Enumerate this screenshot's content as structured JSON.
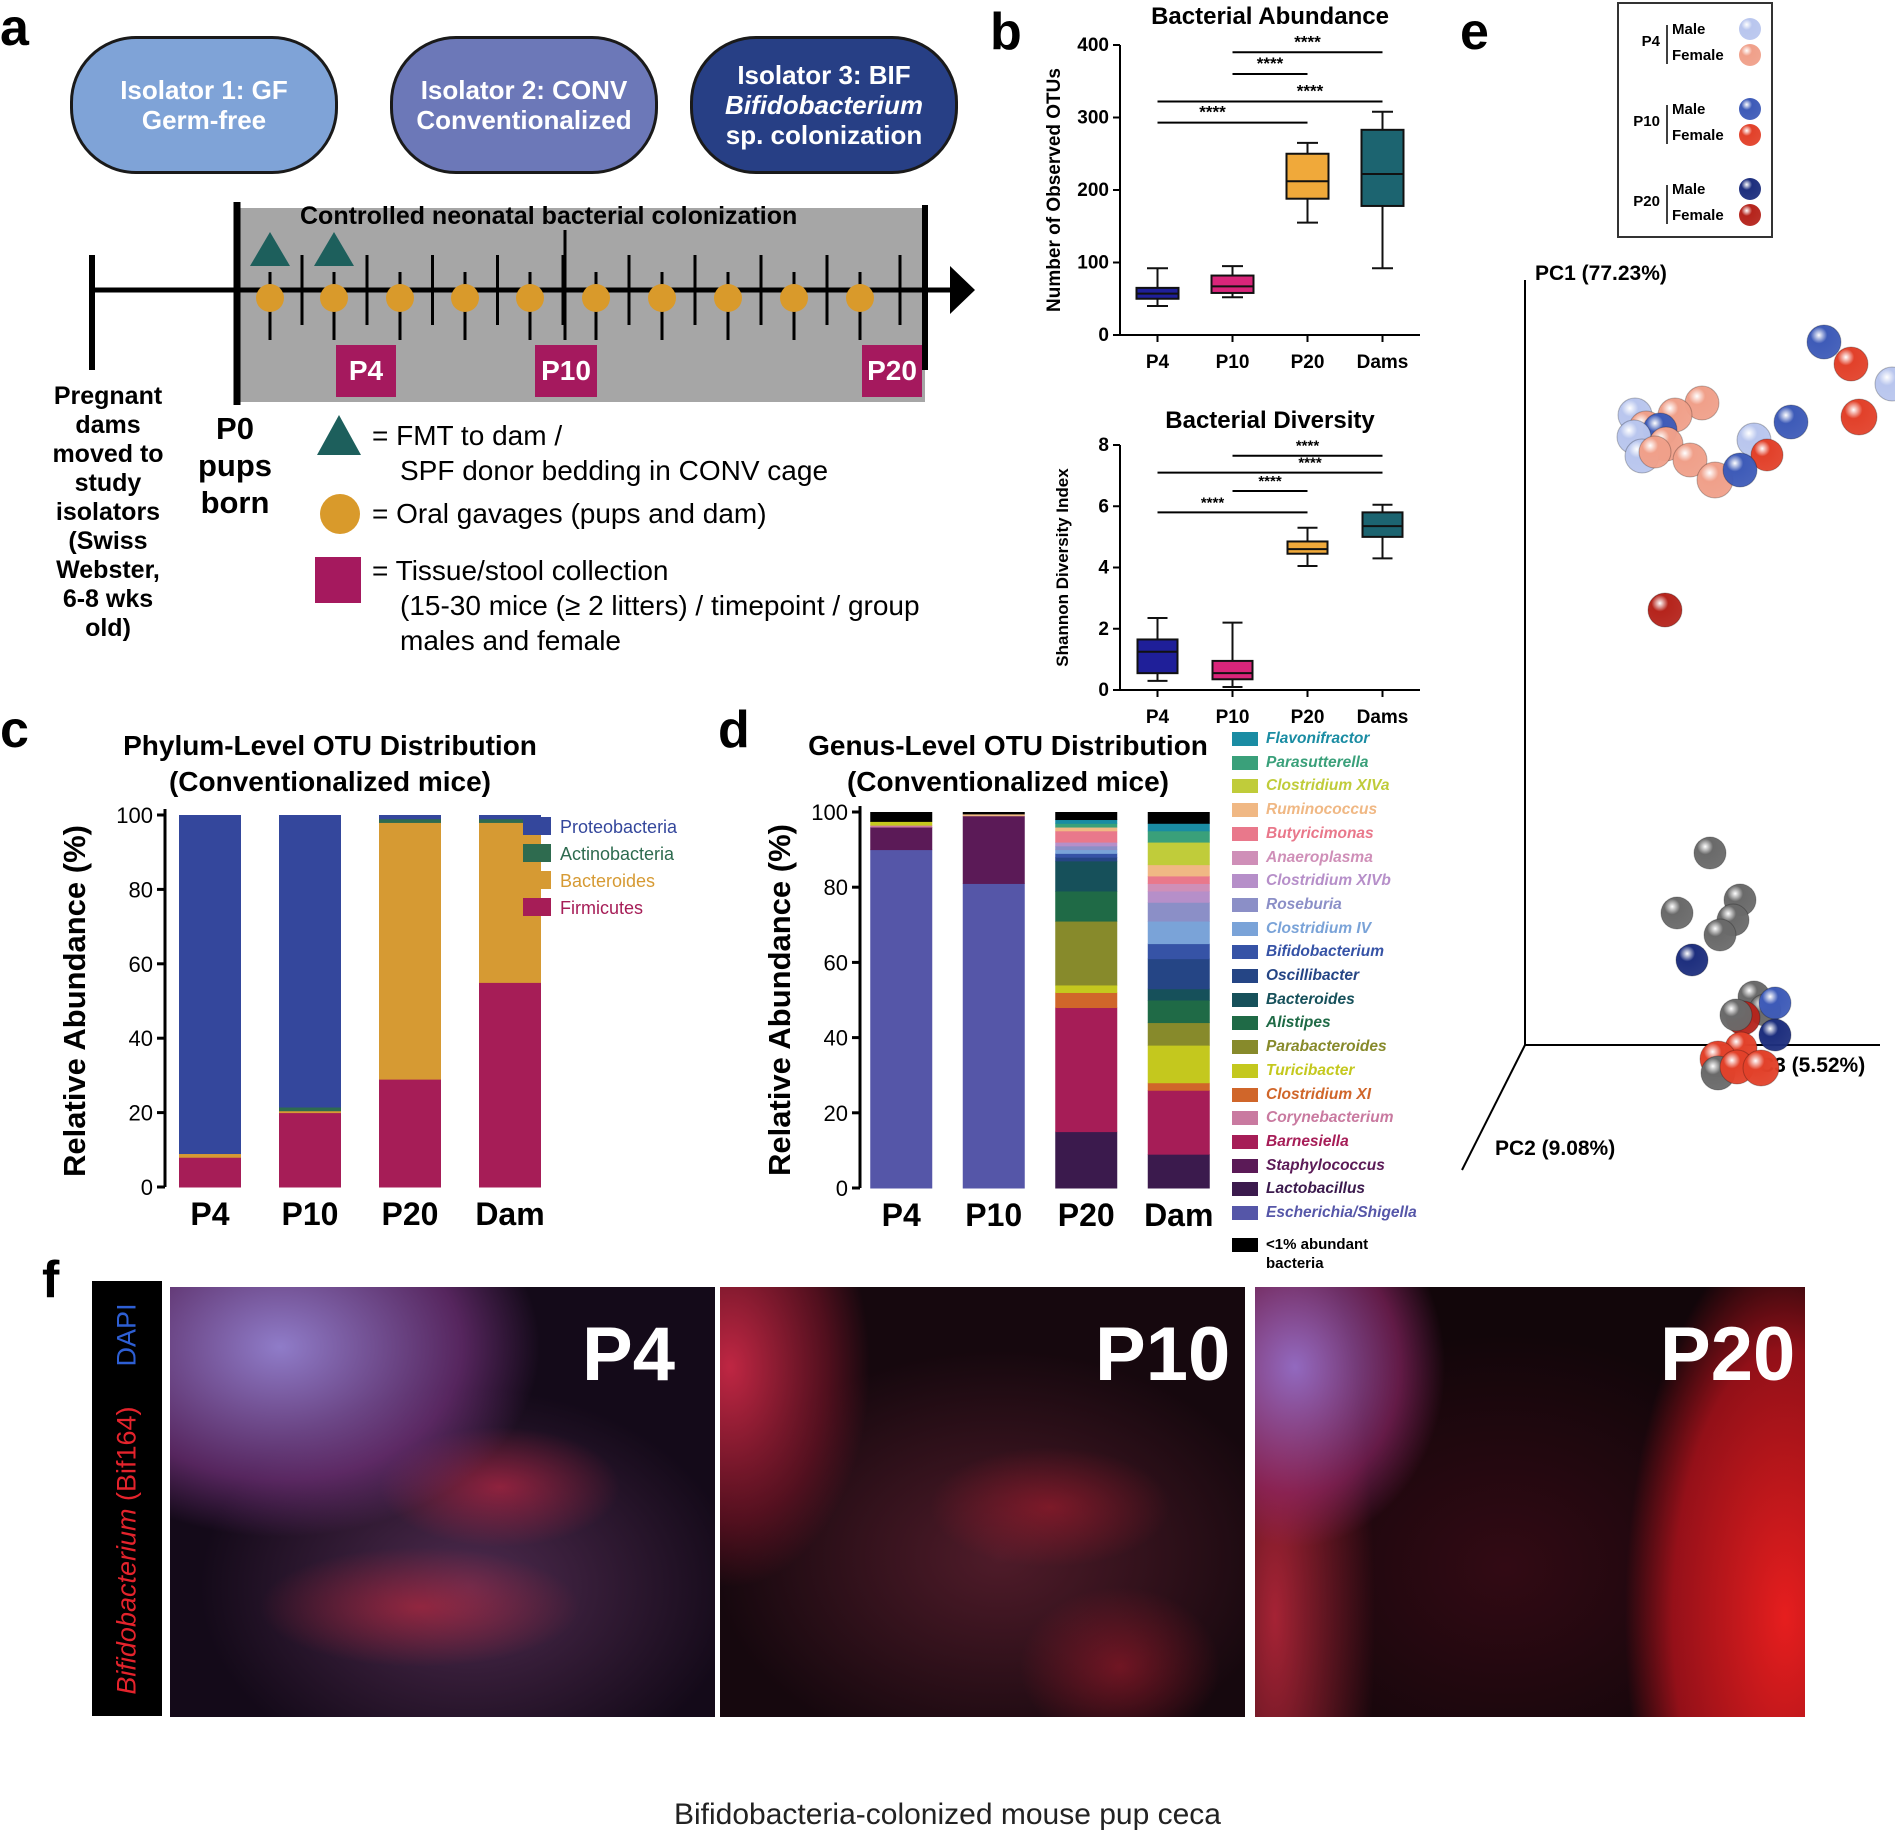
{
  "panels": {
    "a": "a",
    "b": "b",
    "c": "c",
    "d": "d",
    "e": "e",
    "f": "f"
  },
  "panel_a": {
    "isolators": [
      {
        "line1": "Isolator 1: GF",
        "line2": "Germ-free",
        "line3": "",
        "color": "#7fa3d7"
      },
      {
        "line1": "Isolator 2: CONV",
        "line2": "Conventionalized",
        "line3": "",
        "color": "#6c78b8"
      },
      {
        "line1": "Isolator 3: BIF",
        "line2": "Bifidobacterium",
        "line3": "sp. colonization",
        "color": "#273f85"
      }
    ],
    "timeline_title": "Controlled neonatal bacterial colonization",
    "pregnant_text": [
      "Pregnant",
      "dams",
      "moved to",
      "study",
      "isolators",
      "(Swiss",
      "Webster,",
      "6-8 wks old)"
    ],
    "p0_text": [
      "P0",
      "pups",
      "born"
    ],
    "timepoints": [
      "P4",
      "P10",
      "P20"
    ],
    "legend": {
      "triangle_l1": "= FMT to dam /",
      "triangle_l2": "SPF donor bedding in CONV cage",
      "circle_l1": "= Oral gavages (pups and dam)",
      "square_l1": "= Tissue/stool collection",
      "square_l2": "(15-30 mice (≥ 2 litters) / timepoint / group",
      "square_l3": "males and female"
    },
    "colors": {
      "triangle": "#1d5f5c",
      "circle": "#d99a2b",
      "square": "#a5195e",
      "box": "#a6a6a6"
    }
  },
  "panel_c_title": [
    "Phylum-Level OTU Distribution",
    "(Conventionalized mice)"
  ],
  "panel_d_title": [
    "Genus-Level OTU Distribution",
    "(Conventionalized mice)"
  ],
  "panel_f_caption": "Bifidobacteria-colonized mouse pup ceca",
  "panel_f_side": {
    "dapi": "DAPI",
    "bif": "Bifidobacterium",
    "bif_probe": " (Bif164)"
  },
  "panel_f_labels": [
    "P4",
    "P10",
    "P20"
  ],
  "chart_data": [
    {
      "id": "b_top",
      "type": "box",
      "title": "Bacterial Abundance",
      "ylabel": "Number of Observed OTUs",
      "ylim": [
        0,
        400
      ],
      "yticks": [
        0,
        100,
        200,
        300,
        400
      ],
      "categories": [
        "P4",
        "P10",
        "P20",
        "Dams"
      ],
      "boxes": [
        {
          "min": 40,
          "q1": 50,
          "median": 57,
          "q3": 65,
          "max": 92,
          "color": "#1f1f99"
        },
        {
          "min": 52,
          "q1": 58,
          "median": 67,
          "q3": 82,
          "max": 95,
          "color": "#d9257a"
        },
        {
          "min": 155,
          "q1": 188,
          "median": 212,
          "q3": 250,
          "max": 265,
          "color": "#f0a93a"
        },
        {
          "min": 92,
          "q1": 178,
          "median": 222,
          "q3": 283,
          "max": 308,
          "color": "#1c6470"
        }
      ],
      "significance": [
        {
          "from": 0,
          "to": 2,
          "y": 293,
          "label": "****"
        },
        {
          "from": 0,
          "to": 3,
          "y": 322,
          "label": "****"
        },
        {
          "from": 1,
          "to": 2,
          "y": 360,
          "label": "****"
        },
        {
          "from": 1,
          "to": 3,
          "y": 390,
          "label": "****"
        }
      ]
    },
    {
      "id": "b_bottom",
      "type": "box",
      "title": "Bacterial Diversity",
      "ylabel": "Shannon Diversity Index",
      "ylim": [
        0,
        8
      ],
      "yticks": [
        0,
        2,
        4,
        6,
        8
      ],
      "categories": [
        "P4",
        "P10",
        "P20",
        "Dams"
      ],
      "boxes": [
        {
          "min": 0.3,
          "q1": 0.55,
          "median": 1.25,
          "q3": 1.65,
          "max": 2.35,
          "color": "#1f1f99"
        },
        {
          "min": 0.1,
          "q1": 0.35,
          "median": 0.55,
          "q3": 0.95,
          "max": 2.2,
          "color": "#d9257a"
        },
        {
          "min": 4.05,
          "q1": 4.45,
          "median": 4.6,
          "q3": 4.85,
          "max": 5.3,
          "color": "#f0a93a"
        },
        {
          "min": 4.3,
          "q1": 5.0,
          "median": 5.35,
          "q3": 5.8,
          "max": 6.05,
          "color": "#1c6470"
        }
      ],
      "significance": [
        {
          "from": 0,
          "to": 2,
          "y": 5.8,
          "label": "****"
        },
        {
          "from": 0,
          "to": 3,
          "y": 7.1,
          "label": "****"
        },
        {
          "from": 1,
          "to": 2,
          "y": 6.5,
          "label": "****"
        },
        {
          "from": 1,
          "to": 3,
          "y": 7.65,
          "label": "****"
        }
      ]
    },
    {
      "id": "c",
      "type": "bar",
      "stacked": true,
      "ylabel": "Relative Abundance (%)",
      "ylim": [
        0,
        100
      ],
      "yticks": [
        0,
        20,
        40,
        60,
        80,
        100
      ],
      "categories": [
        "P4",
        "P10",
        "P20",
        "Dam"
      ],
      "series": [
        {
          "name": "Firmicutes",
          "color": "#a61d57",
          "values": [
            8,
            20,
            29,
            55
          ]
        },
        {
          "name": "Bacteroides",
          "color": "#d69a33",
          "values": [
            1,
            0.5,
            69,
            43
          ]
        },
        {
          "name": "Actinobacteria",
          "color": "#2e6b4f",
          "values": [
            0,
            1,
            1,
            1
          ]
        },
        {
          "name": "Proteobacteria",
          "color": "#34479c",
          "values": [
            91,
            78.5,
            1,
            1
          ]
        }
      ],
      "legend_order": [
        "Proteobacteria",
        "Actinobacteria",
        "Bacteroides",
        "Firmicutes"
      ]
    },
    {
      "id": "d",
      "type": "bar",
      "stacked": true,
      "ylabel": "Relative Abundance (%)",
      "ylim": [
        0,
        100
      ],
      "yticks": [
        0,
        20,
        40,
        60,
        80,
        100
      ],
      "categories": [
        "P4",
        "P10",
        "P20",
        "Dam"
      ],
      "series": [
        {
          "name": "Escherichia/Shigella",
          "color": "#5556a8",
          "values": [
            90,
            81,
            0,
            0
          ]
        },
        {
          "name": "Lactobacillus",
          "color": "#3b1a4d",
          "values": [
            0,
            0,
            15,
            9
          ]
        },
        {
          "name": "Staphylococcus",
          "color": "#5b1a57",
          "values": [
            6,
            18,
            0,
            0
          ]
        },
        {
          "name": "Barnesiella",
          "color": "#a61d57",
          "values": [
            0,
            0,
            33,
            17
          ]
        },
        {
          "name": "Corynebacterium",
          "color": "#c97aa0",
          "values": [
            0.5,
            0,
            0,
            0
          ]
        },
        {
          "name": "Clostridium XI",
          "color": "#d0662a",
          "values": [
            0,
            0,
            4,
            2
          ]
        },
        {
          "name": "Turicibacter",
          "color": "#c4c81e",
          "values": [
            1,
            0,
            2,
            10
          ]
        },
        {
          "name": "Parabacteroides",
          "color": "#878a2b",
          "values": [
            0,
            0,
            17,
            6
          ]
        },
        {
          "name": "Alistipes",
          "color": "#1f6a46",
          "values": [
            0,
            0,
            8,
            6
          ]
        },
        {
          "name": "Bacteroides",
          "color": "#16505a",
          "values": [
            0,
            0,
            8,
            3
          ]
        },
        {
          "name": "Oscillibacter",
          "color": "#254585",
          "values": [
            0,
            0,
            1,
            8
          ]
        },
        {
          "name": "Bifidobacterium",
          "color": "#3653a6",
          "values": [
            0,
            0,
            1,
            4
          ]
        },
        {
          "name": "Clostridium IV",
          "color": "#7aa3d8",
          "values": [
            0,
            0,
            1,
            6
          ]
        },
        {
          "name": "Roseburia",
          "color": "#8b8fc7",
          "values": [
            0,
            0,
            1,
            5
          ]
        },
        {
          "name": "Clostridium XIVb",
          "color": "#b68fc9",
          "values": [
            0,
            0,
            1,
            3
          ]
        },
        {
          "name": "Anaeroplasma",
          "color": "#cf8fb8",
          "values": [
            0,
            0,
            0,
            2
          ]
        },
        {
          "name": "Butyricimonas",
          "color": "#e9788b",
          "values": [
            0,
            0,
            3,
            2
          ]
        },
        {
          "name": "Ruminococcus",
          "color": "#f0b884",
          "values": [
            0,
            0.5,
            1,
            3
          ]
        },
        {
          "name": "Clostridium XIVa",
          "color": "#c0cc3a",
          "values": [
            0,
            0,
            0,
            6
          ]
        },
        {
          "name": "Parasutterella",
          "color": "#3aa07a",
          "values": [
            0,
            0,
            1,
            3
          ]
        },
        {
          "name": "Flavonifractor",
          "color": "#1a8ca3",
          "values": [
            0,
            0,
            1,
            2
          ]
        },
        {
          "name": "<1% abundant bacteria",
          "color": "#000000",
          "values": [
            2.5,
            0.5,
            2,
            3
          ]
        }
      ],
      "legend_order": [
        "Flavonifractor",
        "Parasutterella",
        "Clostridium XIVa",
        "Ruminococcus",
        "Butyricimonas",
        "Anaeroplasma",
        "Clostridium XIVb",
        "Roseburia",
        "Clostridium IV",
        "Bifidobacterium",
        "Oscillibacter",
        "Bacteroides",
        "Alistipes",
        "Parabacteroides",
        "Turicibacter",
        "Clostridium XI",
        "Corynebacterium",
        "Barnesiella",
        "Staphylococcus",
        "Lactobacillus",
        "Escherichia/Shigella"
      ],
      "legend_last": [
        "<1% abundant",
        "bacteria"
      ]
    },
    {
      "id": "e",
      "type": "scatter",
      "axes": {
        "pc1": "PC1 (77.23%)",
        "pc2": "PC2 (9.08%)",
        "pc3": "PC3 (5.52%)"
      },
      "legend": [
        {
          "group": "P4",
          "male": "Male",
          "female": "Female",
          "male_color": "#b9c6ee",
          "female_color": "#f0a08a"
        },
        {
          "group": "P10",
          "male": "Male",
          "female": "Female",
          "male_color": "#3e5bb8",
          "female_color": "#e2412a"
        },
        {
          "group": "P20",
          "male": "Male",
          "female": "Female",
          "male_color": "#1e2f7e",
          "female_color": "#b5241c"
        }
      ]
    }
  ]
}
